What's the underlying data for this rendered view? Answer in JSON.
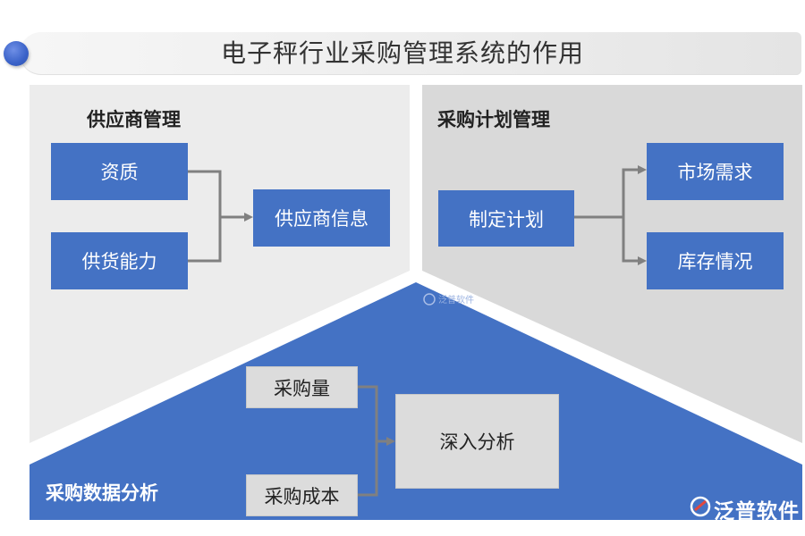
{
  "title": "电子秤行业采购管理系统的作用",
  "sections": {
    "supplier": {
      "title": "供应商管理",
      "inputs": [
        "资质",
        "供货能力"
      ],
      "output": "供应商信息"
    },
    "plan": {
      "title": "采购计划管理",
      "input": "制定计划",
      "outputs": [
        "市场需求",
        "库存情况"
      ]
    },
    "analysis": {
      "title": "采购数据分析",
      "inputs": [
        "采购量",
        "采购成本"
      ],
      "output": "深入分析"
    }
  },
  "watermark": "泛普软件",
  "logo": {
    "name": "泛普软件",
    "url": "www.fanpusoft.com"
  },
  "colors": {
    "blue": "#4472c4",
    "panel_grey_light": "#ececec",
    "panel_grey_dark": "#d9d9d9",
    "connector": "#808080"
  }
}
